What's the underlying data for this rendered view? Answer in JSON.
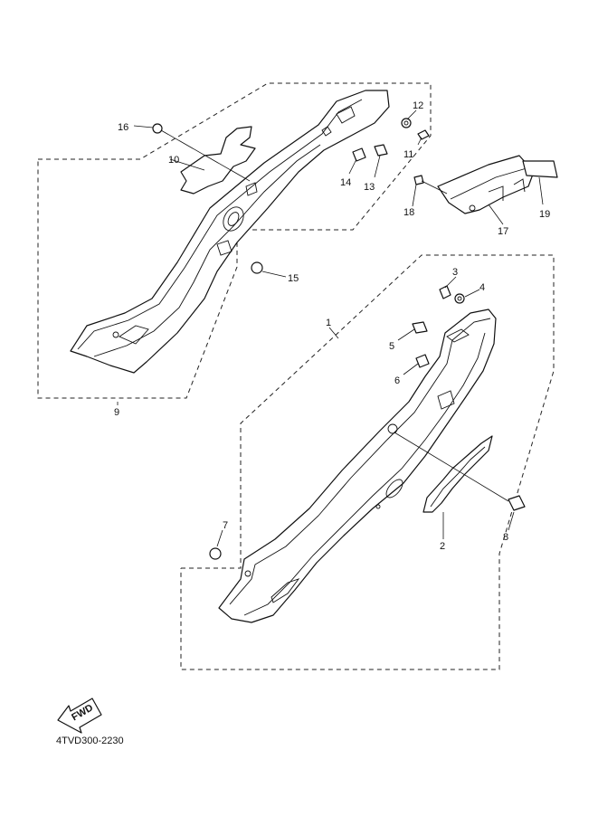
{
  "diagram_code": "4TVD300-2230",
  "fwd_label": "FWD",
  "callouts": {
    "c1": "1",
    "c2": "2",
    "c3": "3",
    "c4": "4",
    "c5": "5",
    "c6": "6",
    "c7": "7",
    "c8": "8",
    "c9": "9",
    "c10": "10",
    "c11": "11",
    "c12": "12",
    "c13": "13",
    "c14": "14",
    "c15": "15",
    "c16": "16",
    "c17": "17",
    "c18": "18",
    "c19": "19"
  }
}
